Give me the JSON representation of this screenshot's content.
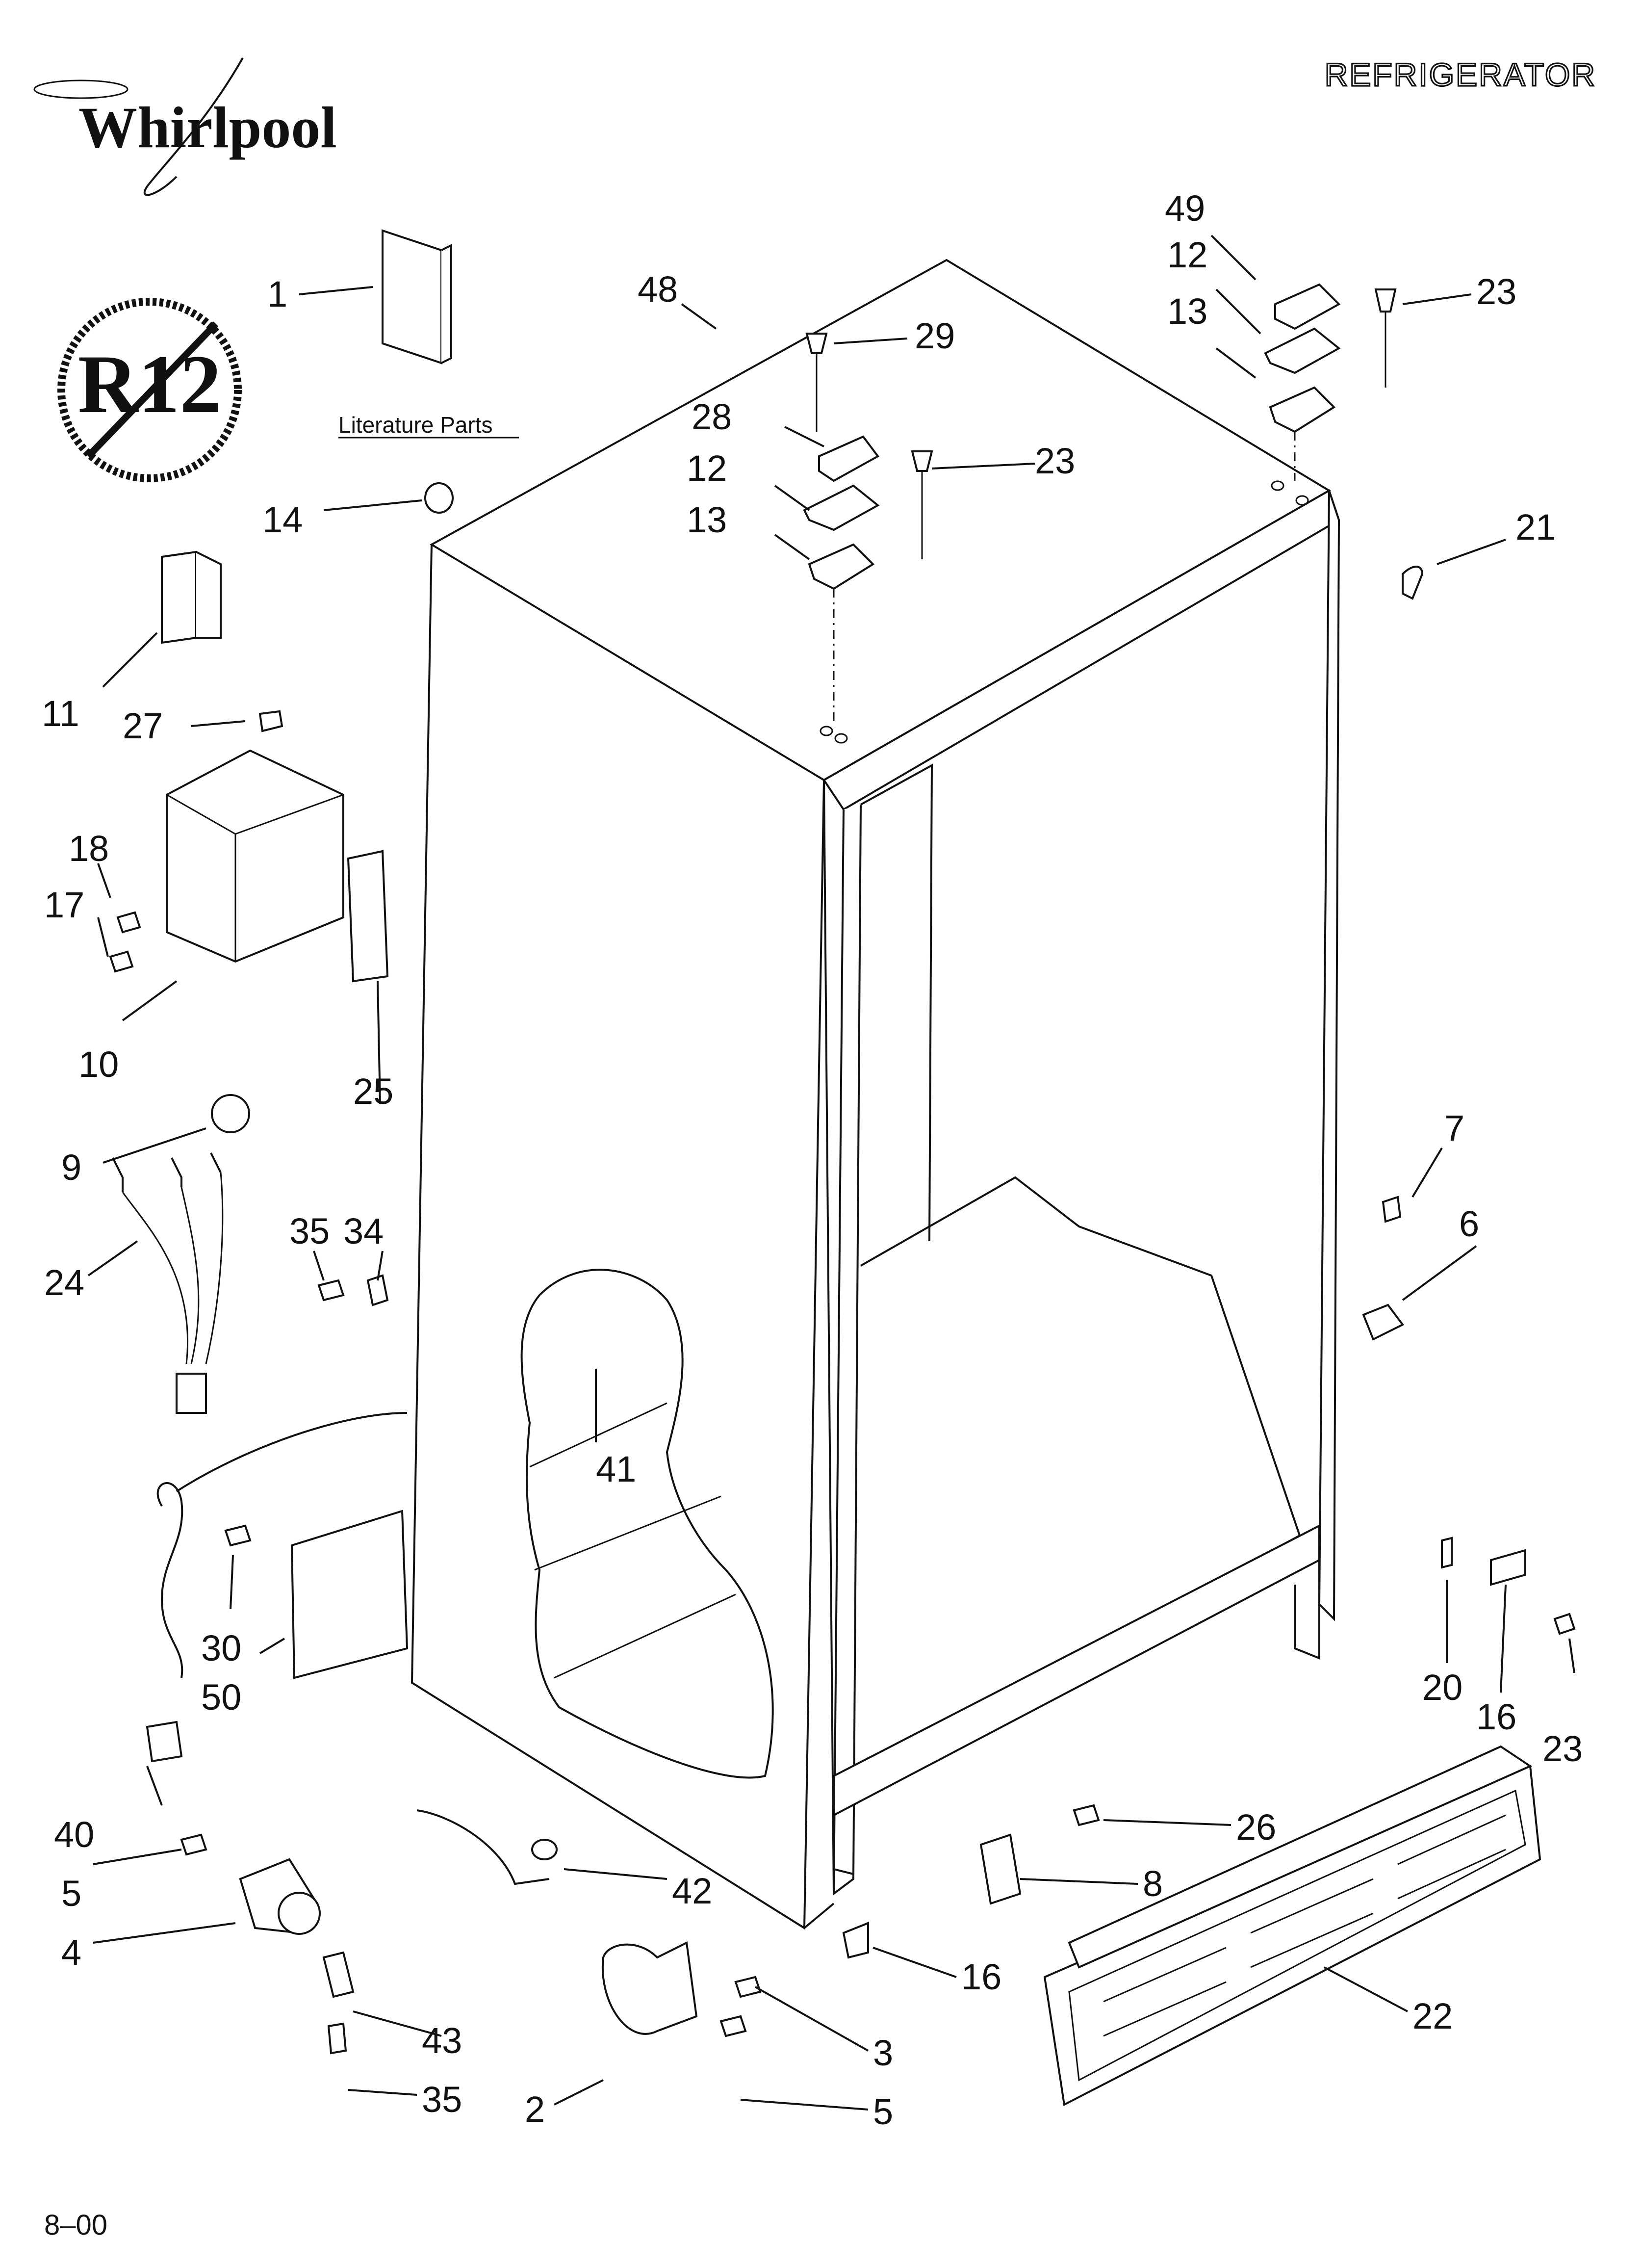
{
  "brand": "Whirlpool",
  "title": "REFRIGERATOR",
  "badge": "R12",
  "literature_label": "Literature Parts",
  "date_code": "8–00",
  "callouts": {
    "c1": "1",
    "c48": "48",
    "c49": "49",
    "c12a": "12",
    "c23a": "23",
    "c13a": "13",
    "c29": "29",
    "c28": "28",
    "c23b": "23",
    "c12b": "12",
    "c13b": "13",
    "c14": "14",
    "c21": "21",
    "c11": "11",
    "c27": "27",
    "c18": "18",
    "c17": "17",
    "c10": "10",
    "c25": "25",
    "c9": "9",
    "c7": "7",
    "c6": "6",
    "c35a": "35",
    "c34": "34",
    "c24": "24",
    "c41": "41",
    "c30": "30",
    "c50": "50",
    "c20": "20",
    "c16a": "16",
    "c23c": "23",
    "c40": "40",
    "c26": "26",
    "c8": "8",
    "c5a": "5",
    "c42": "42",
    "c4": "4",
    "c16b": "16",
    "c43": "43",
    "c22": "22",
    "c3": "3",
    "c35b": "35",
    "c2": "2",
    "c5b": "5"
  }
}
